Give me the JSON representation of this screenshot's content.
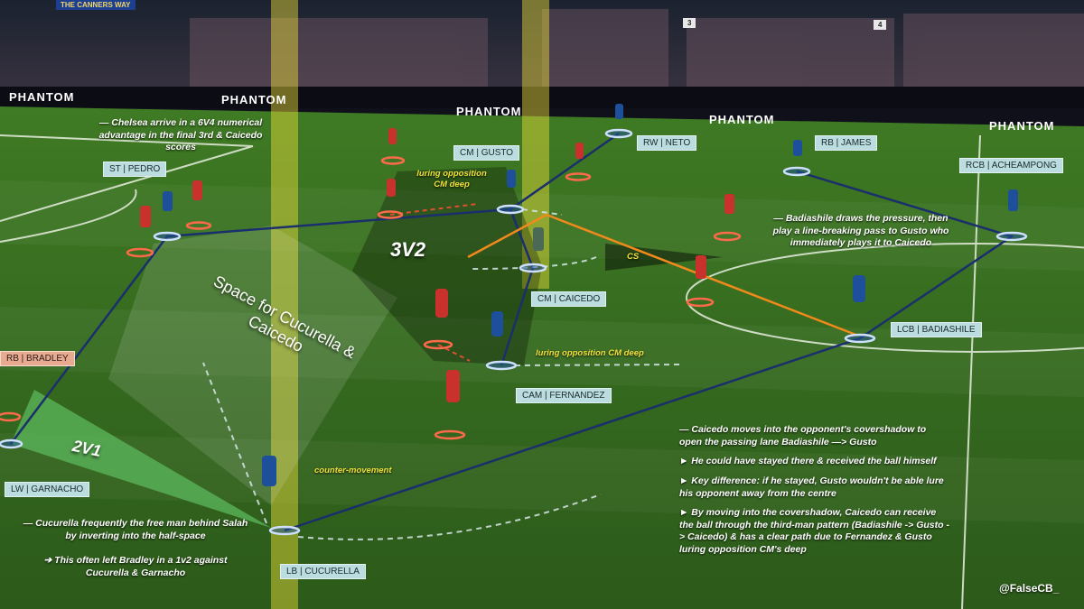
{
  "colors": {
    "pitch_dark": "#2f5a1e",
    "pitch_light": "#4c8a2a",
    "home_team": "#1e4f9a",
    "away_team": "#c8312c",
    "label_home": "#bcdde0",
    "label_away": "#e8aa90",
    "pass_line": "#1a2f6b",
    "highlight_lane": "#f0e13a",
    "orange_run": "#f08a1c"
  },
  "stadium": {
    "sign_top": "THE CANNERS WAY",
    "ad_boards": [
      "PHANTOM",
      "PHANTOM",
      "PHANTOM",
      "PHANTOM"
    ],
    "stand_numbers": [
      "3",
      "4"
    ]
  },
  "players": {
    "st": "ST | PEDRO",
    "cm_gusto": "CM | GUSTO",
    "rw": "RW | NETO",
    "rb_james": "RB | JAMES",
    "rcb": "RCB | ACHEAMPONG",
    "rb_bradley": "RB | BRADLEY",
    "cm_caicedo": "CM | CAICEDO",
    "lcb": "LCB | BADIASHILE",
    "cam": "CAM | FERNANDEZ",
    "lw": "LW | GARNACHO",
    "lb": "LB | CUCURELLA"
  },
  "annotations": {
    "top_left": "— Chelsea arrive in a 6V4 numerical advantage in the final 3rd & Caicedo scores",
    "luring_top": "luring opposition CM deep",
    "three_v_two": "3V2",
    "cs": "CS",
    "space": "Space for Cucurella & Caicedo",
    "luring_mid": "luring opposition CM deep",
    "badiashile": "— Badiashile draws the pressure, then play a line-breaking pass to Gusto who immediately plays it to Caicedo",
    "two_v_one": "2V1",
    "counter_movement": "counter-movement",
    "cucurella_1": "— Cucurella frequently the free man behind Salah by inverting into the half-space",
    "cucurella_2": "➔ This often left Bradley in a 1v2 against Cucurella & Garnacho",
    "right_1": "— Caicedo moves into the opponent's covershadow to open the passing lane Badiashile —> Gusto",
    "right_2": "► He could have stayed there & received the ball himself",
    "right_3": "► Key difference: if he stayed, Gusto wouldn't be able lure his opponent away from the centre",
    "right_4": "► By moving into the covershadow, Caicedo can receive the ball through the third-man pattern (Badiashile -> Gusto -> Caicedo) & has a clear path due to Fernandez & Gusto luring opposition CM's deep"
  },
  "credit": "@FalseCB_"
}
